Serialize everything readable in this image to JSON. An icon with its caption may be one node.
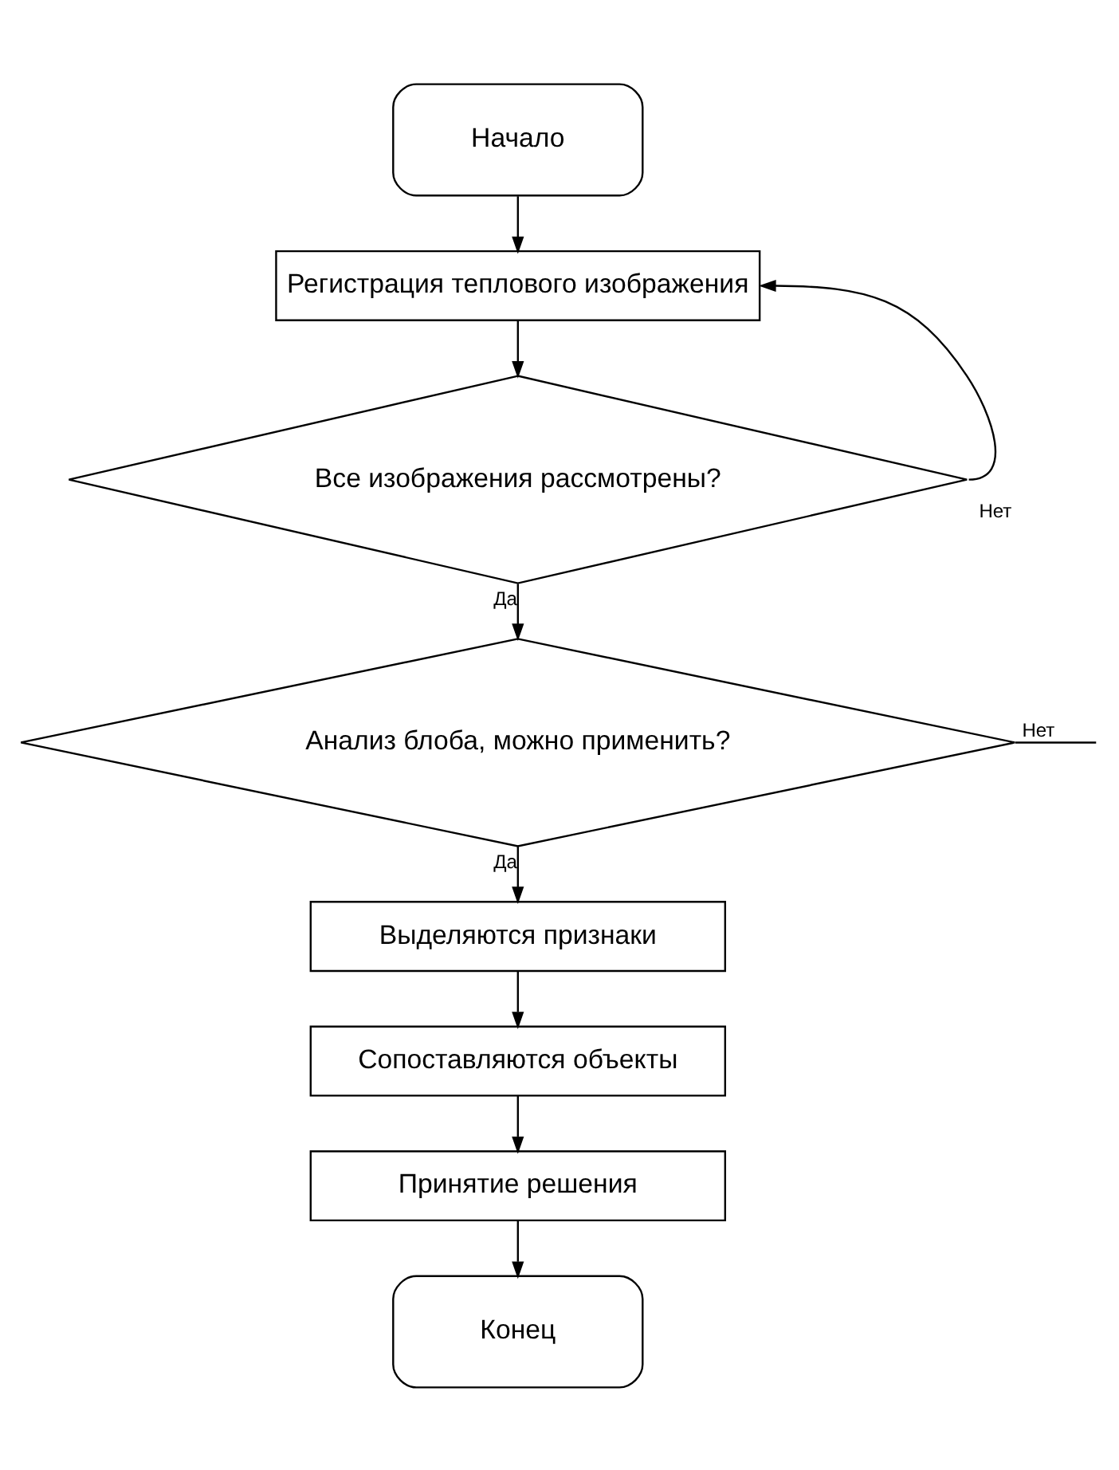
{
  "diagram": {
    "nodes": [
      {
        "text": [
          "Начало"
        ]
      },
      {
        "text": [
          "Регистрация теплового изображения"
        ]
      },
      {
        "text": [
          "Все изображения рассмотрены?"
        ]
      },
      {
        "text": [
          "Анализ блоба, можно применить?"
        ]
      },
      {
        "text": [
          "Выделяются признаки"
        ]
      },
      {
        "text": [
          "Сопоставляются объекты"
        ]
      },
      {
        "text": [
          "Принятие решения"
        ]
      },
      {
        "text": [
          "Конец"
        ]
      }
    ],
    "edges": [
      {
        "from": 0,
        "to": 1,
        "arrow": "to"
      },
      {
        "from": 1,
        "to": 2,
        "arrow": "to"
      },
      {
        "from": 2,
        "to": 3,
        "arrow": "to",
        "label": "Да"
      },
      {
        "from": 2,
        "to": 1,
        "arrow": "to",
        "label": "Нет"
      },
      {
        "from": 3,
        "to": null,
        "arrow": "none",
        "label": "Нет"
      },
      {
        "from": 3,
        "to": 4,
        "arrow": "to",
        "label": "Да"
      },
      {
        "from": 4,
        "to": 5,
        "arrow": "to"
      },
      {
        "from": 5,
        "to": 6,
        "arrow": "to"
      },
      {
        "from": 6,
        "to": 7,
        "arrow": "to"
      }
    ]
  }
}
